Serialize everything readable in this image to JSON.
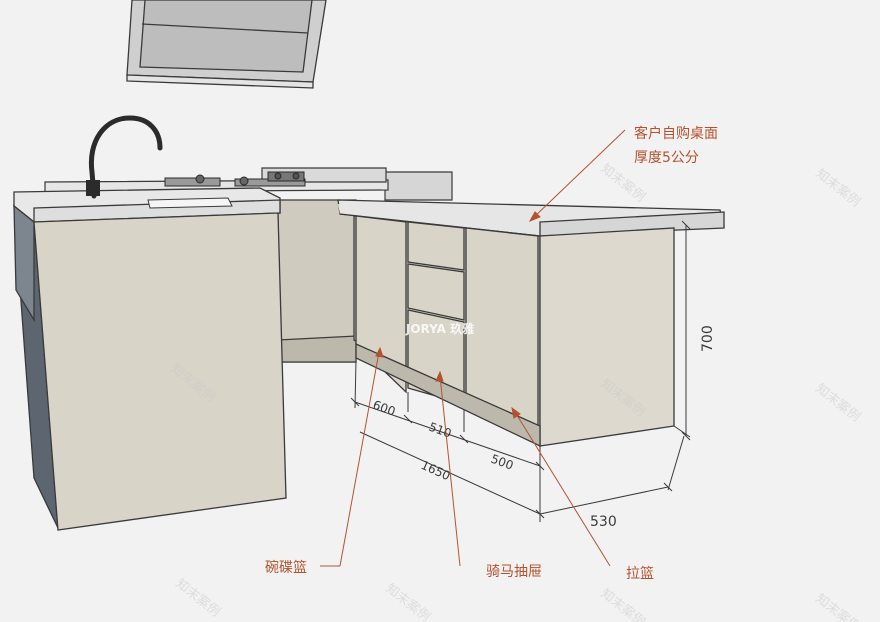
{
  "watermark": {
    "brand": "JORYA 玖雅",
    "stamp": "知末案例"
  },
  "colors": {
    "background": "#f2f2f2",
    "cabinet": "#d8d4c8",
    "cabinet_dark": "#bcb8ac",
    "countertop": "#e6e6e6",
    "outline": "#3a3a3a",
    "annotation": "#b5522e"
  },
  "labels": {
    "countertop_note_line1": "客户自购桌面",
    "countertop_note_line2": "厚度5公分",
    "dish_basket": "碗碟篮",
    "saddle_drawer": "骑马抽屉",
    "pull_basket": "拉篮"
  },
  "dimensions": {
    "d600": "600",
    "d510": "510",
    "d500": "500",
    "d1650": "1650",
    "d530": "530",
    "d700": "700"
  }
}
